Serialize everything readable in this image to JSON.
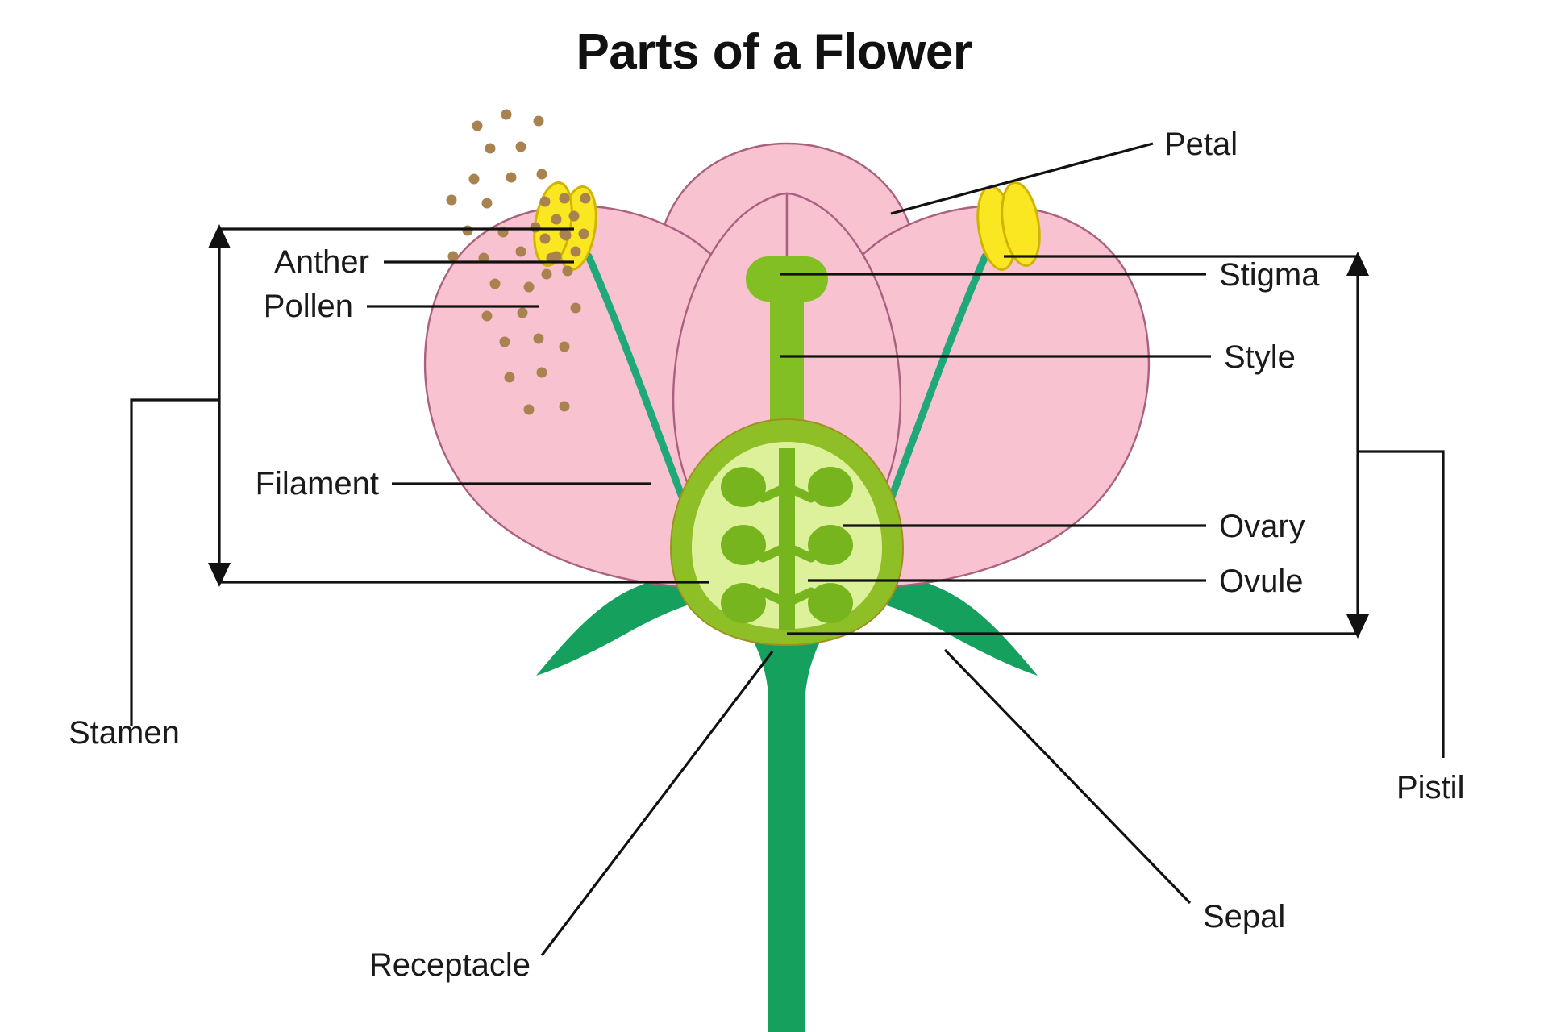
{
  "title": "Parts of a Flower",
  "colors": {
    "petal_fill": "#f9c2d0",
    "petal_stroke": "#a9617f",
    "sepal_green": "#16a05e",
    "filament_green": "#1fa87a",
    "ovary_wall": "#8fbf26",
    "ovary_inner": "#ddf09a",
    "ovule_green": "#77b51f",
    "style_green": "#82bf22",
    "anther_yellow": "#fbe721",
    "anther_stroke": "#d1b400",
    "pollen_brown": "#a8824f",
    "line_black": "#111111",
    "background": "#ffffff"
  },
  "labels": {
    "petal": "Petal",
    "anther": "Anther",
    "pollen": "Pollen",
    "filament": "Filament",
    "stamen": "Stamen",
    "stigma": "Stigma",
    "style": "Style",
    "ovary": "Ovary",
    "ovule": "Ovule",
    "pistil": "Pistil",
    "sepal": "Sepal",
    "receptacle": "Receptacle"
  },
  "diagram": {
    "type": "labeled-botanical-diagram",
    "subject": "flower cross-section",
    "parts": [
      {
        "name": "Petal",
        "side": "right-top",
        "description": "pink petals forming the corolla"
      },
      {
        "name": "Anther",
        "side": "left",
        "description": "yellow pollen-bearing sac at tip of stamen"
      },
      {
        "name": "Pollen",
        "side": "left",
        "description": "brown grains released from the anther"
      },
      {
        "name": "Filament",
        "side": "left",
        "description": "green stalk supporting the anther"
      },
      {
        "name": "Stamen",
        "side": "left-bracket",
        "description": "male part: anther plus filament"
      },
      {
        "name": "Stigma",
        "side": "right",
        "description": "sticky green top of the pistil"
      },
      {
        "name": "Style",
        "side": "right",
        "description": "green column connecting stigma to ovary"
      },
      {
        "name": "Ovary",
        "side": "right",
        "description": "swollen base containing ovules"
      },
      {
        "name": "Ovule",
        "side": "right",
        "description": "structures inside the ovary that become seeds"
      },
      {
        "name": "Pistil",
        "side": "right-bracket",
        "description": "female part: stigma, style and ovary"
      },
      {
        "name": "Sepal",
        "side": "bottom-right",
        "description": "green leaf-like base protecting the bud"
      },
      {
        "name": "Receptacle",
        "side": "bottom-left",
        "description": "thickened stem tip bearing the flower parts"
      }
    ]
  }
}
